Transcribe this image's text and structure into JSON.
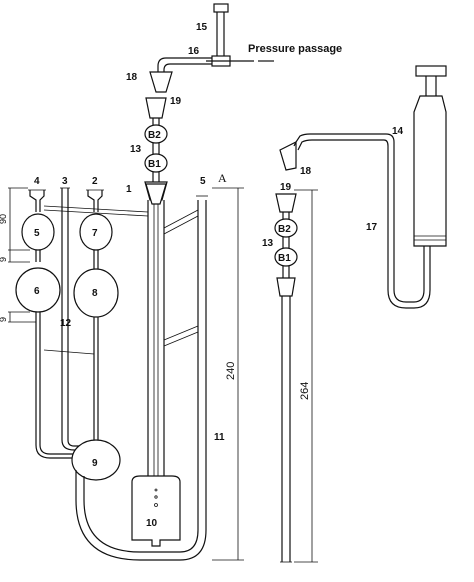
{
  "labels": {
    "n15": "15",
    "n16": "16",
    "pressure": "Pressure passage",
    "n18_left": "18",
    "n19_left": "19",
    "b2_left": "B2",
    "n13_left": "13",
    "b1_left": "B1",
    "n4": "4",
    "n3": "3",
    "n2": "2",
    "n1": "1",
    "n5_top": "5",
    "letterA": "A",
    "n5_bulb": "5",
    "n7": "7",
    "n6": "6",
    "n8": "8",
    "n12": "12",
    "n9": "9",
    "n10": "10",
    "n11": "11",
    "n14": "14",
    "n17": "17",
    "n18_right": "18",
    "n19_right": "19",
    "b2_right": "B2",
    "n13_right": "13",
    "b1_right": "B1"
  },
  "dimensions": {
    "d90": "90",
    "d9a": "9",
    "d9b": "9",
    "d240": "240",
    "d264": "264"
  }
}
